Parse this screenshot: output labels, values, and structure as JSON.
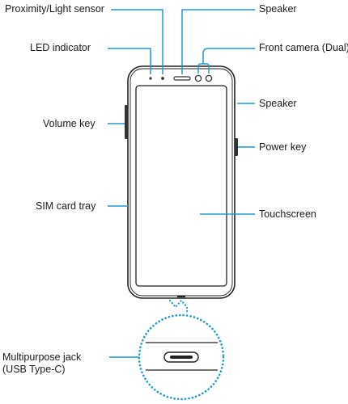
{
  "colors": {
    "callout_line": "#1a9ad6",
    "outline": "#222222",
    "dot_circle": "#1a9ad6"
  },
  "labels": {
    "proximity_light_sensor": "Proximity/Light sensor",
    "speaker_top": "Speaker",
    "led_indicator": "LED indicator",
    "front_camera": "Front camera (Dual)",
    "speaker_side": "Speaker",
    "volume_key": "Volume key",
    "power_key": "Power key",
    "sim_card_tray": "SIM card tray",
    "touchscreen": "Touchscreen",
    "multipurpose_jack": "Multipurpose jack (USB Type-C)"
  }
}
